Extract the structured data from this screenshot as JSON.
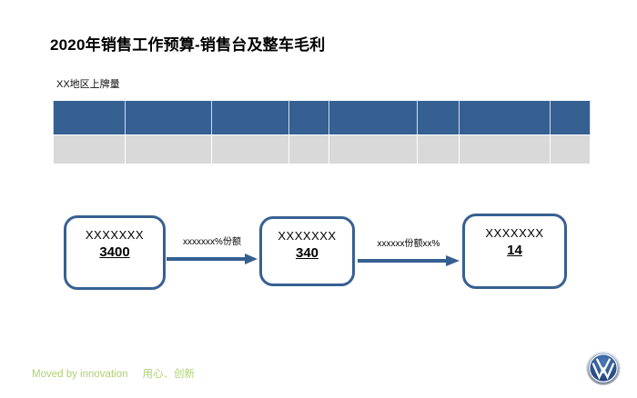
{
  "slide": {
    "title": "2020年销售工作预算-销售台及整车毛利",
    "section_label": "XX地区上牌量"
  },
  "table": {
    "header_color": "#366092",
    "row_color": "#d9d9d9",
    "column_count": 8,
    "rows": [
      [
        "",
        "",
        "",
        "",
        "",
        "",
        "",
        ""
      ],
      [
        "",
        "",
        "",
        "",
        "",
        "",
        "",
        ""
      ]
    ]
  },
  "flow": {
    "accent_color": "#376092",
    "boxes": [
      {
        "label": "XXXXXXX",
        "value": "3400"
      },
      {
        "label": "XXXXXXX",
        "value": "340"
      },
      {
        "label": "XXXXXXX",
        "value": "14"
      }
    ],
    "arrows": [
      {
        "label": "xxxxxxx%份额"
      },
      {
        "label": "xxxxxx份额xx%"
      }
    ]
  },
  "footer": {
    "slogan_en": "Moved by innovation",
    "slogan_cn": "用心．创新",
    "color": "#b0d171"
  },
  "logo": {
    "name": "volkswagen-logo",
    "blue": "#1b3a75",
    "white": "#ffffff"
  }
}
